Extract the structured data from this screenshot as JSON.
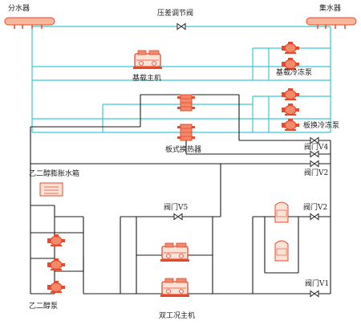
{
  "labels": {
    "supply_header": "分水器",
    "return_header": "集水器",
    "dp_valve": "压差调节阀",
    "base_chiller": "基载主机",
    "base_pump": "基载冷冻泵",
    "hx_pump": "板换冷冻泵",
    "plate_hx": "板式换热器",
    "valve_v4": "阀门V4",
    "valve_v2_top": "阀门V2",
    "expansion_tank": "乙二醇膨胀水箱",
    "valve_v5": "阀门V5",
    "valve_v2_right": "阀门V2",
    "valve_v1": "阀门V1",
    "glycol_pump": "乙二醇泵",
    "dual_chiller": "双工况主机"
  },
  "colors": {
    "chilled_water": "#3cc6d0",
    "glycol": "#1a1a1a",
    "equipment": "#e8492a",
    "tank_fill": "#fbe3d8"
  },
  "icons": {
    "pump": "pump-icon",
    "chiller": "chiller-icon",
    "valve": "gate-valve-icon",
    "ice_tank": "ice-storage-tank-icon"
  }
}
